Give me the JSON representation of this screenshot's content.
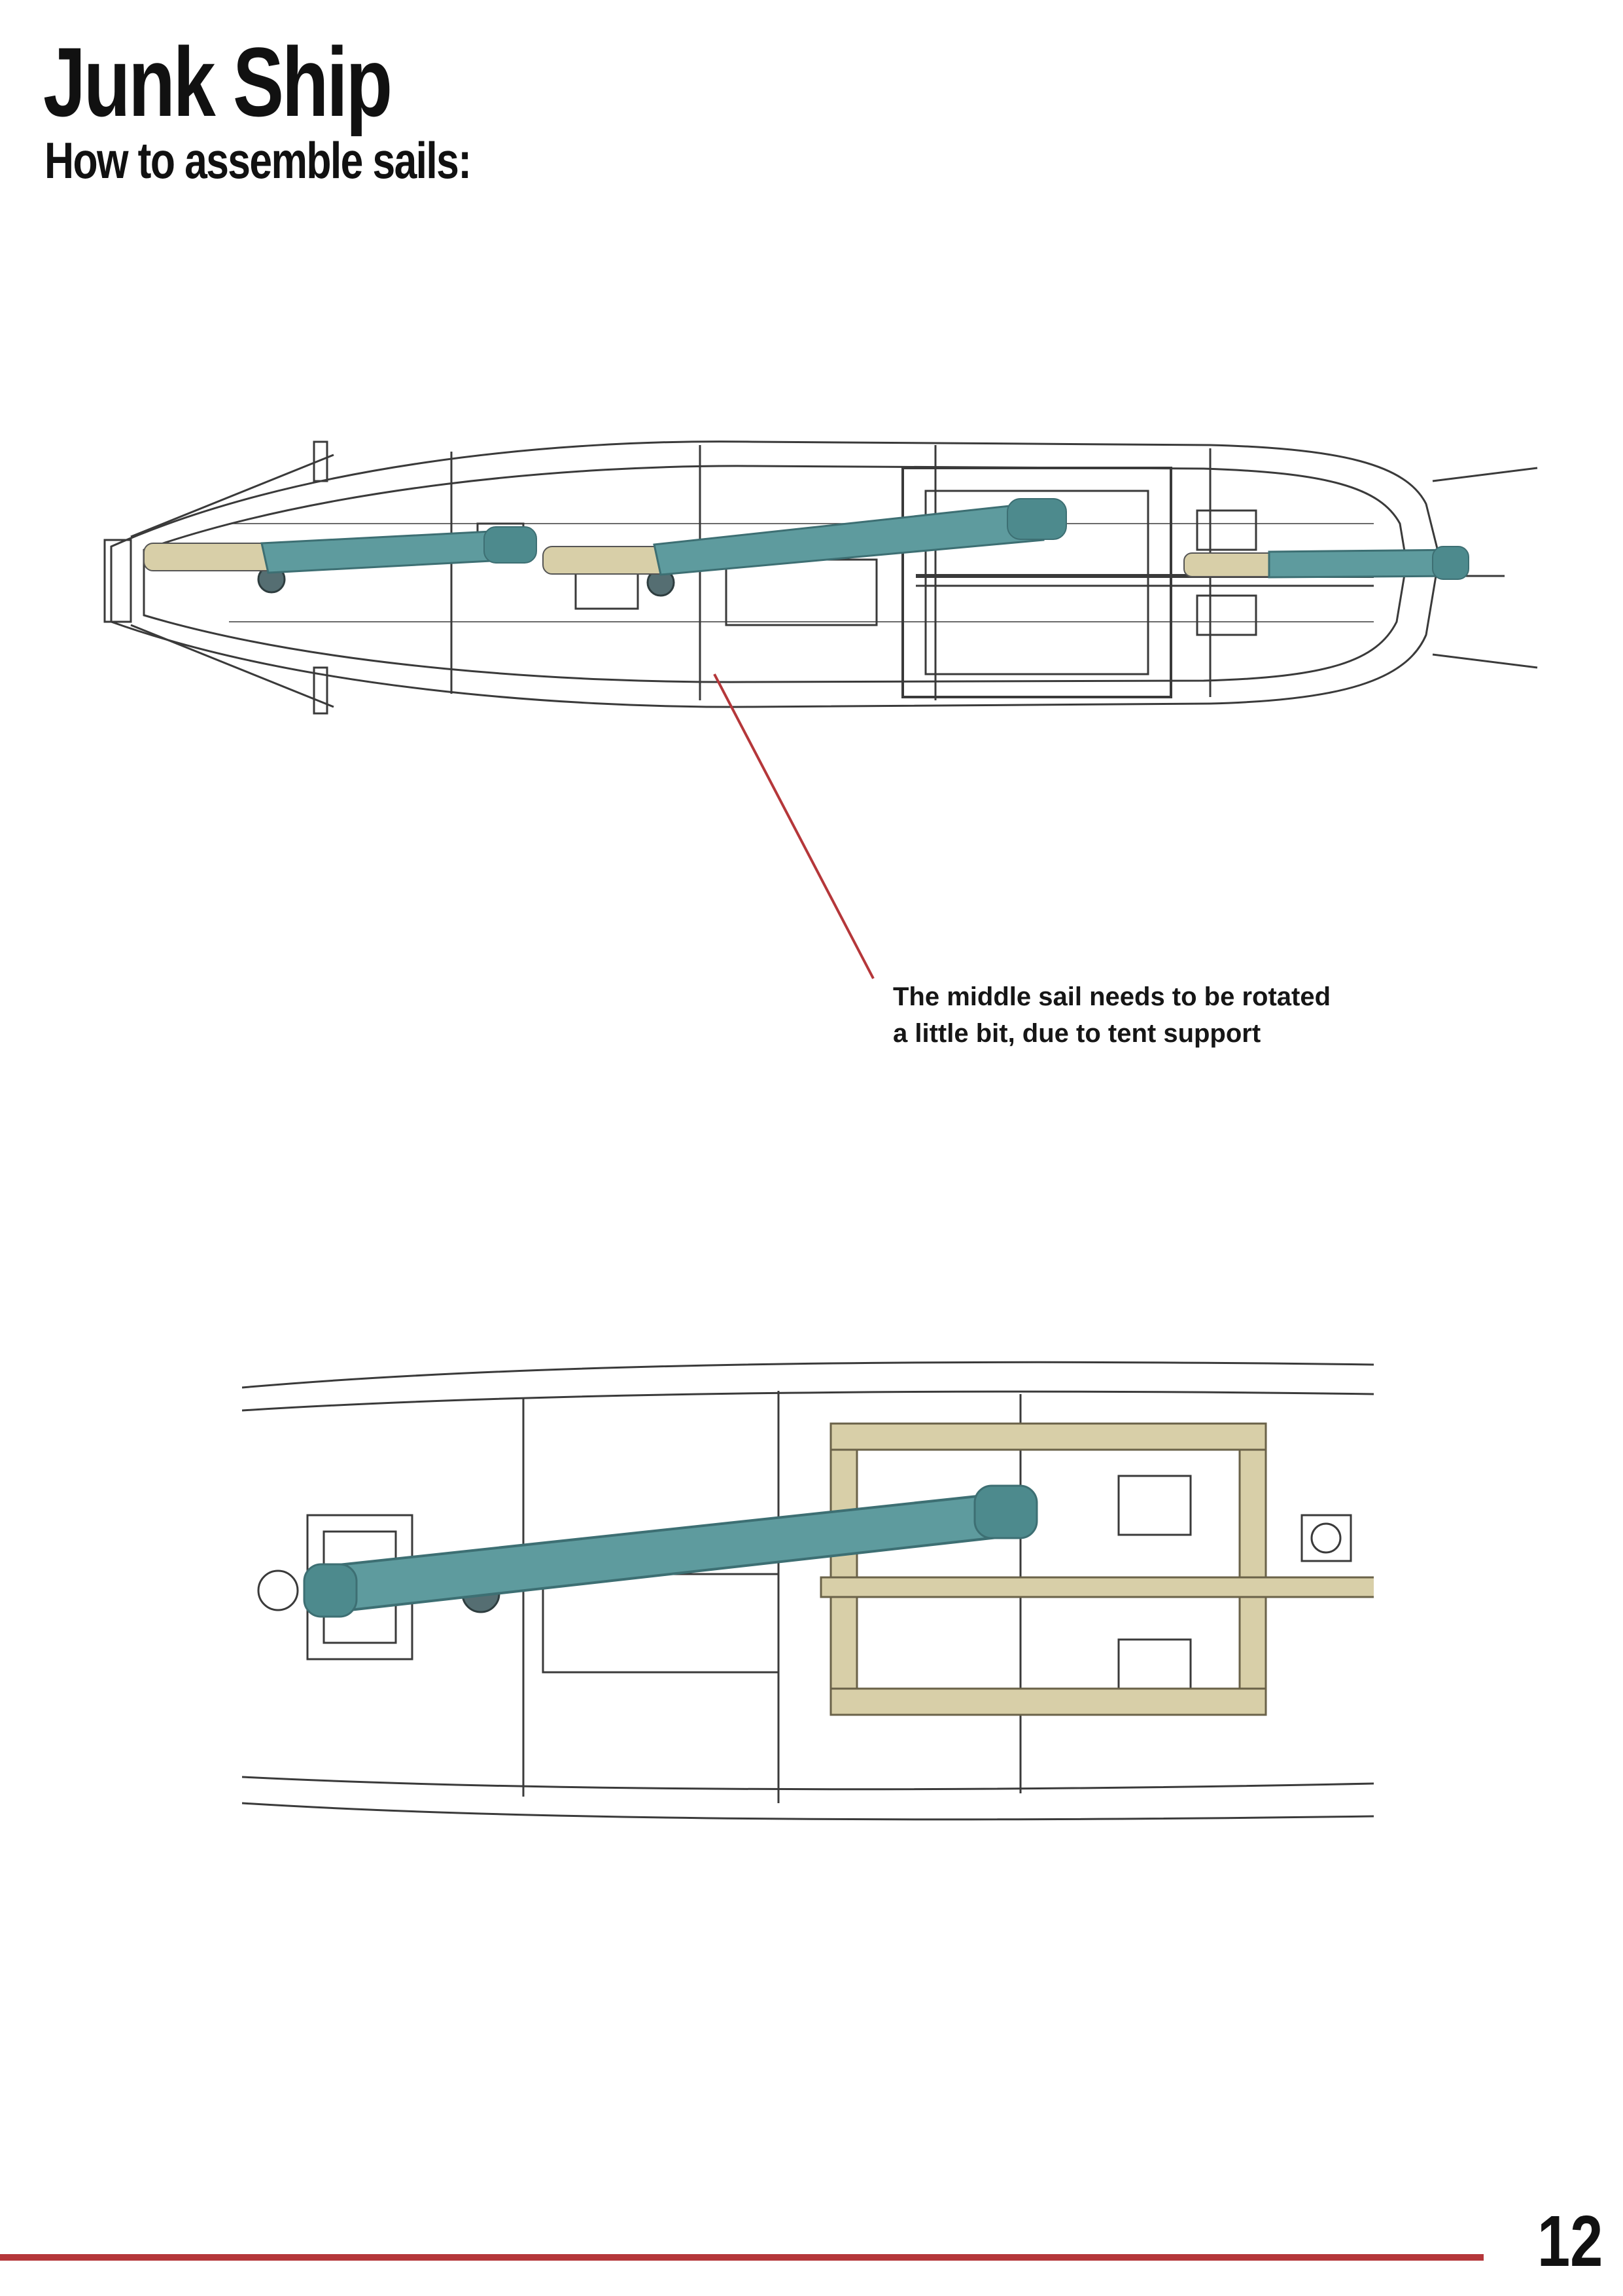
{
  "header": {
    "title": "Junk Ship",
    "subtitle": "How to assemble sails:"
  },
  "callout": {
    "line1": "The middle sail needs to be rotated",
    "line2": "a little bit, due to tent support",
    "line_color": "#b5373a"
  },
  "footer": {
    "page_number": "12",
    "bar_color": "#b5373a"
  },
  "colors": {
    "sail": "#5e9b9e",
    "sail_dark": "#3d6f73",
    "frame": "#d8cfa8",
    "hull_line": "#3a3a3a"
  }
}
